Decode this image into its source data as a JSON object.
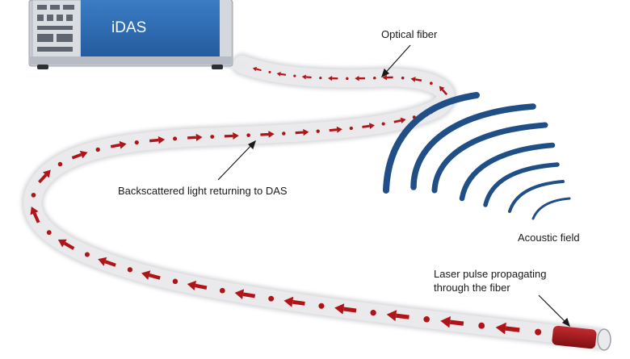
{
  "device": {
    "name": "iDAS"
  },
  "labels": {
    "optical_fiber": "Optical fiber",
    "backscattered": "Backscattered light returning to DAS",
    "acoustic_field": "Acoustic field",
    "laser_line1": "Laser pulse propagating",
    "laser_line2": "through the fiber"
  },
  "colors": {
    "device_blue": "#2f6db3",
    "device_frame": "#c9cdd3",
    "fiber_white": "#f4f4f4",
    "fiber_shadow": "#b9bcc1",
    "backscatter_red": "#b01418",
    "laser_pulse": "#a3171b",
    "acoustic_blue": "#1f4f86"
  }
}
